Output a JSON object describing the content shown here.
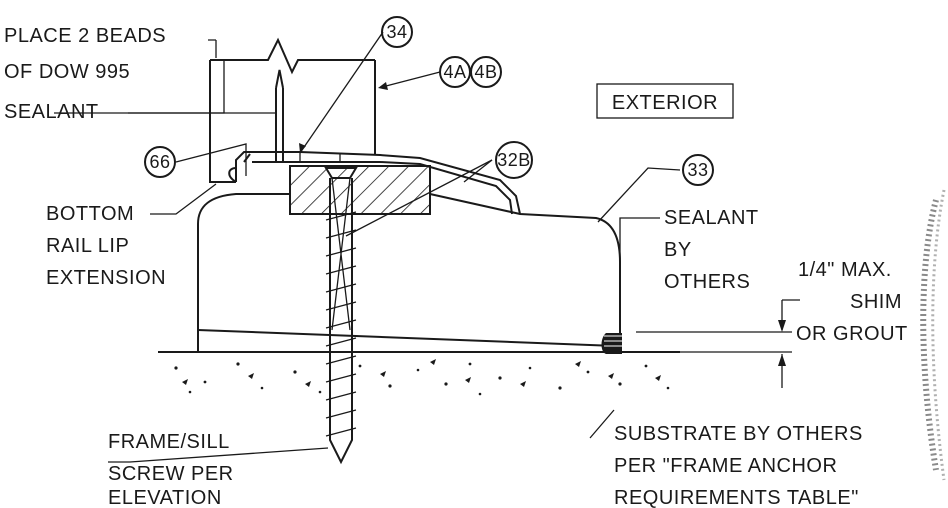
{
  "notes": {
    "sealant_instruction": [
      "PLACE 2 BEADS",
      "OF DOW 995",
      "SEALANT"
    ],
    "exterior": "EXTERIOR",
    "bottom_rail": [
      "BOTTOM",
      "RAIL LIP",
      "EXTENSION"
    ],
    "sealant_by_others": [
      "SEALANT",
      "BY",
      "OTHERS"
    ],
    "shim": [
      "1/4\" MAX.",
      "SHIM",
      "OR GROUT"
    ],
    "frame_screw": [
      "FRAME/SILL",
      "SCREW PER",
      "ELEVATION"
    ],
    "substrate": [
      "SUBSTRATE BY OTHERS",
      "PER \"FRAME ANCHOR",
      "REQUIREMENTS TABLE\""
    ]
  },
  "callouts": {
    "c34": "34",
    "c4a": "4A",
    "c4b": "4B",
    "c66": "66",
    "c32b": "32B",
    "c33": "33"
  }
}
